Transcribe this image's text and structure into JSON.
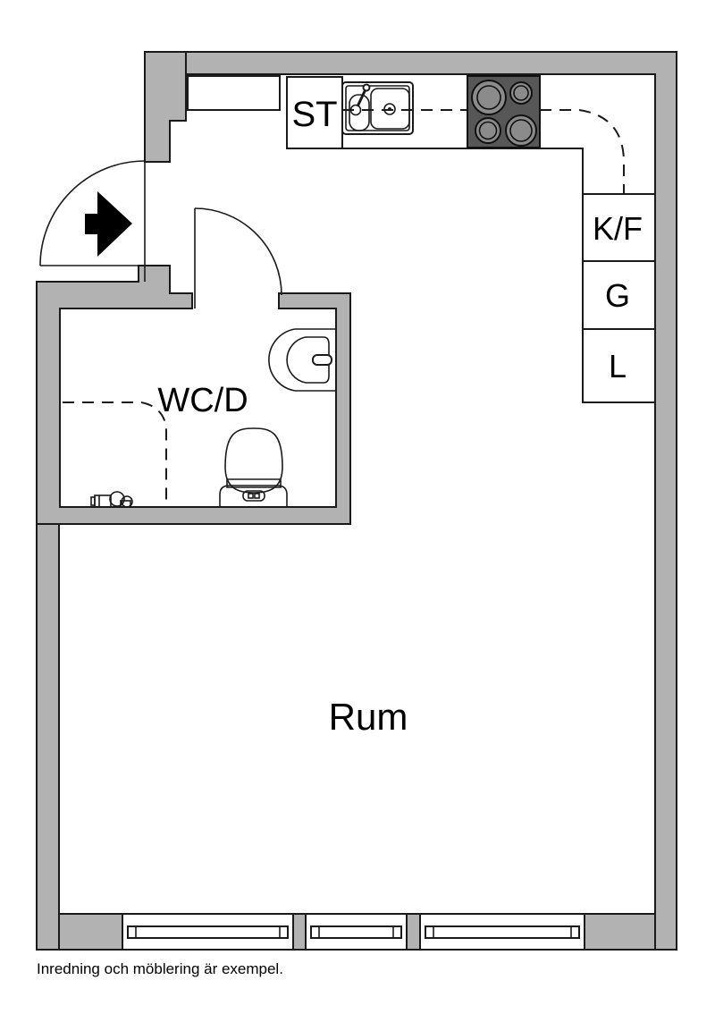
{
  "plan": {
    "rooms": {
      "main_label": "Rum",
      "bathroom_label": "WC/D"
    },
    "fixtures": {
      "cleaning_closet_label": "ST",
      "fridge_freezer_label": "K/F",
      "wardrobe_label": "G",
      "linen_closet_label": "L"
    },
    "caption": "Inredning och möblering är exempel.",
    "colors": {
      "wall_fill": "#b2b2b2",
      "outline": "#1a1a1a",
      "stove_fill": "#575757",
      "burner_fill": "#8b8b8b",
      "arrow_fill": "#000000"
    }
  }
}
